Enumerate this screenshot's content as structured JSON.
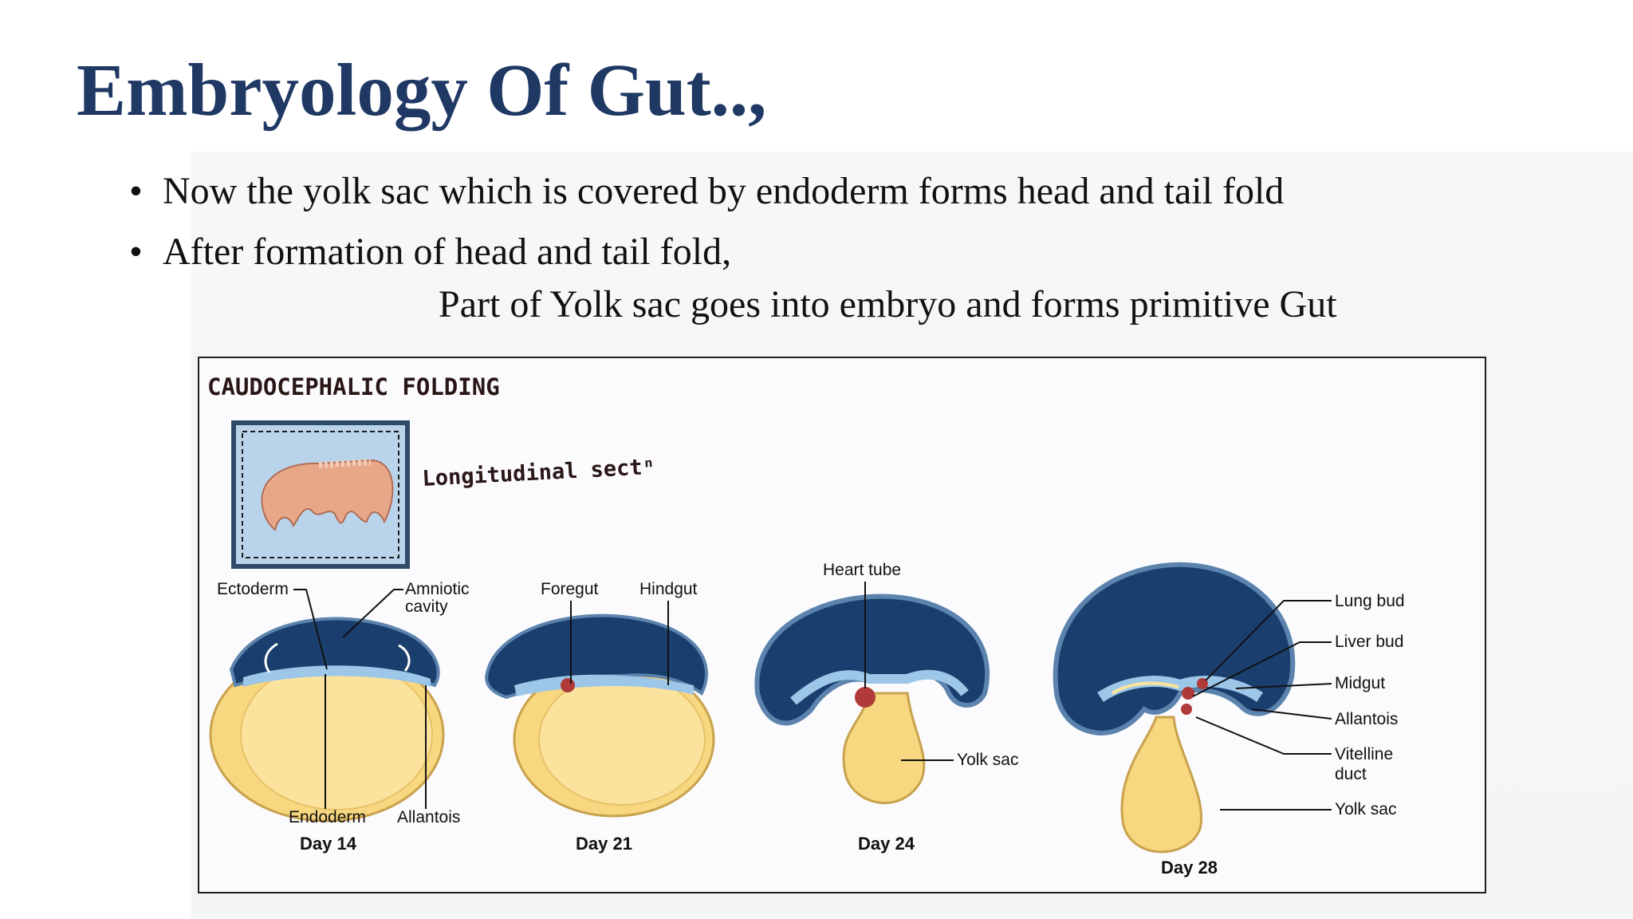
{
  "slide": {
    "title": "Embryology Of Gut..,",
    "bullets": [
      "Now the yolk sac which is covered by endoderm forms head and tail fold",
      "After formation of head and tail fold,"
    ],
    "continuation": "Part of Yolk sac goes into embryo and forms primitive Gut",
    "bullet_glyph": "•"
  },
  "figure": {
    "heading": "CAUDOCEPHALIC FOLDING",
    "inset_note": "Longitudinal sectⁿ",
    "stages": [
      {
        "day": "Day 14",
        "labels": [
          "Ectoderm",
          "Amniotic",
          "cavity",
          "Endoderm",
          "Allantois"
        ]
      },
      {
        "day": "Day 21",
        "labels": [
          "Foregut",
          "Hindgut"
        ]
      },
      {
        "day": "Day 24",
        "labels": [
          "Heart tube",
          "Yolk sac"
        ]
      },
      {
        "day": "Day 28",
        "labels": [
          "Lung bud",
          "Liver bud",
          "Midgut",
          "Allantois",
          "Vitelline",
          "duct",
          "Yolk sac"
        ]
      }
    ]
  },
  "colors": {
    "title": "#1f3864",
    "amnion_dark": "#1a3f6e",
    "mesoderm_light": "#9cc7e8",
    "yolk": "#f7d77f",
    "embryo_inset": "#e8a888"
  }
}
